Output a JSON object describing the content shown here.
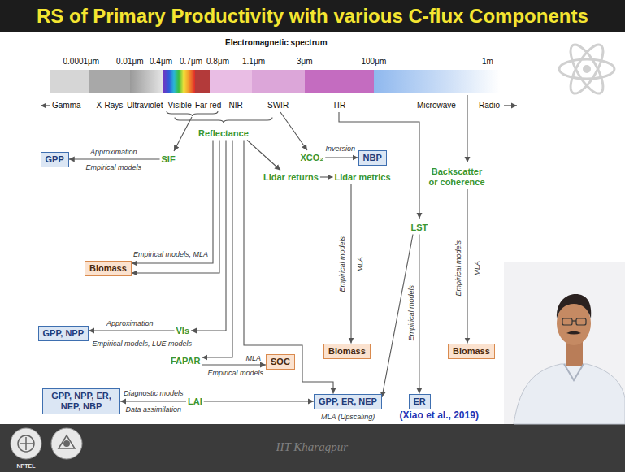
{
  "diagram": {
    "title": "RS of Primary Productivity with various C-flux Components",
    "nodes": [
      {
        "text": [
          "GPP"
        ]
      },
      {
        "text": [
          "SIF"
        ]
      },
      {
        "text": [
          "Reflectance"
        ]
      },
      {
        "text": [
          "XCO₂"
        ]
      },
      {
        "text": [
          "NBP"
        ]
      },
      {
        "text": [
          "Lidar returns"
        ]
      },
      {
        "text": [
          "Lidar metrics"
        ]
      },
      {
        "text": [
          "Backscatter or coherence"
        ]
      },
      {
        "text": [
          "Biomass"
        ]
      },
      {
        "text": [
          "LST"
        ]
      },
      {
        "text": [
          "VIs"
        ]
      },
      {
        "text": [
          "GPP, NPP"
        ]
      },
      {
        "text": [
          "FAPAR"
        ]
      },
      {
        "text": [
          "SOC"
        ]
      },
      {
        "text": [
          "LAI"
        ]
      },
      {
        "text": [
          "GPP, NPP, ER, NEP, NBP"
        ]
      },
      {
        "text": [
          "Biomass"
        ]
      },
      {
        "text": [
          "Biomass"
        ]
      },
      {
        "text": [
          "GPP, ER, NEP"
        ]
      },
      {
        "text": [
          "ER"
        ]
      }
    ],
    "edges": [
      {
        "from": 1,
        "to": 0,
        "arrow": "to",
        "label": "Approximation"
      },
      {
        "from": 3,
        "to": 4,
        "arrow": "to",
        "label": "Inversion"
      },
      {
        "from": 2,
        "to": 5,
        "arrow": "to"
      },
      {
        "from": 5,
        "to": 6,
        "arrow": "to"
      },
      {
        "from": 2,
        "to": 8,
        "arrow": "to",
        "label": "Empirical models, MLA"
      },
      {
        "from": 2,
        "to": 8,
        "arrow": "to"
      },
      {
        "from": 2,
        "to": 10,
        "arrow": "to"
      },
      {
        "from": 2,
        "to": 12,
        "arrow": "to"
      },
      {
        "from": 10,
        "to": 11,
        "arrow": "to",
        "label": "Approximation"
      },
      {
        "from": 12,
        "to": 13,
        "arrow": "to",
        "label": "MLA"
      },
      {
        "from": 14,
        "to": 15,
        "arrow": "to",
        "label": "Diagnostic models"
      },
      {
        "from": 14,
        "to": 18,
        "arrow": "to"
      },
      {
        "from": 2,
        "to": 18,
        "arrow": "to"
      },
      {
        "from": 6,
        "to": 16,
        "arrow": "to",
        "label": "Empirical models"
      },
      {
        "from": 9,
        "to": 19,
        "arrow": "to",
        "label": "Empirical models"
      },
      {
        "from": 9,
        "to": 18,
        "arrow": "to"
      },
      {
        "from": 7,
        "to": 17,
        "arrow": "to",
        "label": "Empirical models"
      }
    ],
    "labels": [
      "Electromagnetic spectrum",
      "0.0001μm",
      "0.01μm",
      "0.4μm",
      "0.7μm",
      "0.8μm",
      "1.1μm",
      "3μm",
      "100μm",
      "1m",
      "Gamma",
      "X-Rays",
      "Ultraviolet",
      "Visible",
      "Far red",
      "NIR",
      "SWIR",
      "TIR",
      "Microwave",
      "Radio",
      "Empirical models",
      "Empirical models, LUE models",
      "Empirical models",
      "Data assimilation",
      "MLA",
      "MLA",
      "MLA (Upscaling)",
      "(Xiao et al., 2019)",
      "IIT Kharagpur",
      "NPTEL"
    ]
  }
}
